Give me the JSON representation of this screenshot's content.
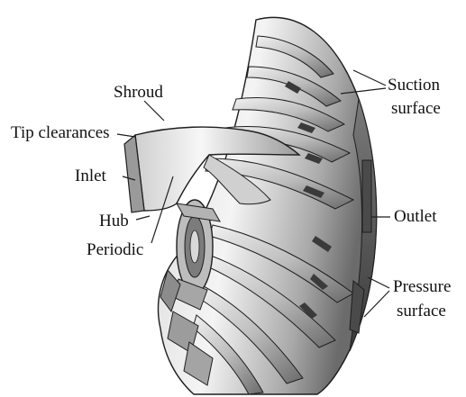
{
  "labels": {
    "shroud": "Shroud",
    "tip_clearances": "Tip clearances",
    "inlet": "Inlet",
    "hub": "Hub",
    "periodic": "Periodic",
    "suction_line1": "Suction",
    "suction_line2": "surface",
    "outlet": "Outlet",
    "pressure_line1": "Pressure",
    "pressure_line2": "surface"
  },
  "colors": {
    "background": "#ffffff",
    "metal_light": "#e9e9e9",
    "metal_mid": "#b7b7b7",
    "metal_dark": "#5a5a5a",
    "edge": "#1e1e1e",
    "text": "#111111"
  },
  "icons": [
    "impeller-rotor-graphic"
  ]
}
